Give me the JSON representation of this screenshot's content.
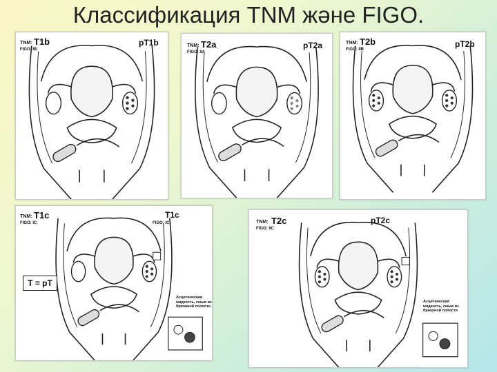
{
  "slide": {
    "title": "Классификация TNM және FIGO."
  },
  "panels": [
    {
      "id": "t1b",
      "tnm_prefix": "TNM:",
      "stage": "T1b",
      "figo": "FIGO: IB",
      "pt_label": "pT1b"
    },
    {
      "id": "t2a",
      "tnm_prefix": "TNM:",
      "stage": "T2a",
      "figo": "FIGO: IIA",
      "pt_label": "pT2a"
    },
    {
      "id": "t2b",
      "tnm_prefix": "TNM:",
      "stage": "T2b",
      "figo": "FIGO: IIB",
      "pt_label": "pT2b"
    },
    {
      "id": "t1c",
      "tnm_prefix": "TNM:",
      "stage": "T1c",
      "figo": "FIGO: IC",
      "pt_label": "T1c",
      "pt_figo": "FIGO: IC",
      "equation": "T = pT",
      "note": "Асцитическая жидкость, смыв из брюшной полости"
    },
    {
      "id": "t2c",
      "tnm_prefix": "TNM:",
      "stage": "T2c",
      "figo": "FIGO: IIC",
      "pt_label": "pT2c",
      "note": "Асцитическая жидкость, смыв из брюшной полости"
    }
  ]
}
